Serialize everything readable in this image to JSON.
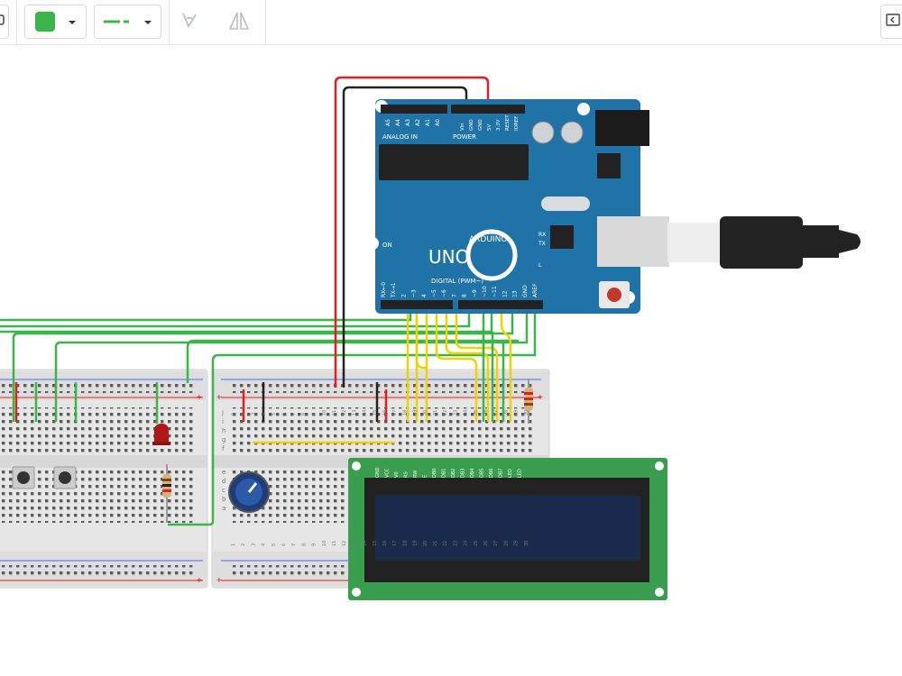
{
  "toolbar": {
    "fill_color": "#3ab54a",
    "stroke_color": "#3ab54a",
    "icons": [
      "rotate-icon",
      "fill-color-dropdown",
      "line-style-dropdown",
      "notes-icon",
      "flip-icon",
      "panel-toggle-icon"
    ]
  },
  "arduino": {
    "brand": "ARDUINO",
    "model": "UNO",
    "on_label": "ON",
    "power_label": "POWER",
    "analog_label": "ANALOG IN",
    "digital_label": "DIGITAL (PWM~)",
    "power_pins": [
      "IOREF",
      "RESET",
      "3.3V",
      "5V",
      "GND",
      "GND",
      "Vin"
    ],
    "analog_pins": [
      "A0",
      "A1",
      "A2",
      "A3",
      "A4",
      "A5"
    ],
    "digital_pins": [
      "AREF",
      "GND",
      "13",
      "12",
      "~11",
      "~10",
      "~9",
      "8",
      "7",
      "~6",
      "~5",
      "4",
      "~3",
      "2",
      "TX→1",
      "RX←0"
    ],
    "leds": [
      "RX",
      "TX",
      "L"
    ],
    "board_color": "#1f73a6"
  },
  "lcd": {
    "pins": [
      "GND",
      "VCC",
      "V0",
      "RS",
      "RW",
      "E",
      "DB0",
      "DB1",
      "DB2",
      "DB3",
      "DB4",
      "DB5",
      "DB6",
      "DB7",
      "LED",
      "LED"
    ],
    "board_color": "#3a9e4f",
    "screen_color": "#1a2a4a"
  },
  "breadboard": {
    "row_letters": [
      "j",
      "i",
      "h",
      "g",
      "f",
      "e",
      "d",
      "c",
      "b",
      "a"
    ],
    "column_numbers": [
      "1",
      "2",
      "3",
      "4",
      "5",
      "6",
      "7",
      "8",
      "9",
      "10",
      "11",
      "12",
      "13",
      "14",
      "15",
      "16",
      "17",
      "18",
      "19",
      "20",
      "21",
      "22",
      "23",
      "24",
      "25",
      "26",
      "27",
      "28",
      "29",
      "30"
    ],
    "rail_plus": "+",
    "rail_minus": "−"
  },
  "wire_colors": {
    "green": "#3ab54a",
    "red": "#e0201e",
    "black": "#222222",
    "yellow": "#f2d100"
  }
}
